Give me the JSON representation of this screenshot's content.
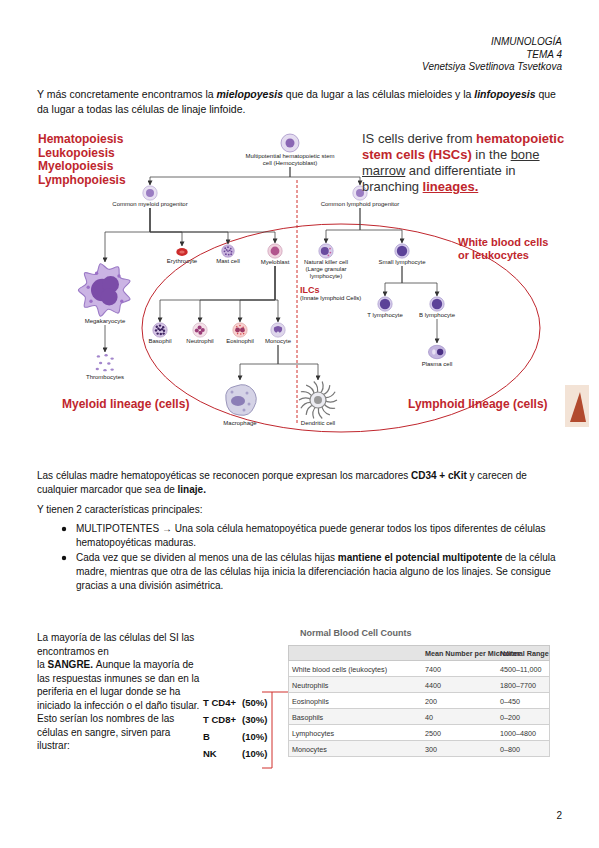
{
  "diagram": {
    "nodes": [
      {
        "text": [
          "Multipotential hematopoietic stem cell (Hemocytoblast)"
        ]
      },
      {
        "text": [
          "Common myeloid progenitor"
        ]
      },
      {
        "text": [
          "Common lymphoid progenitor"
        ]
      },
      {
        "text": [
          "Erythrocyte"
        ]
      },
      {
        "text": [
          "Mast cell"
        ]
      },
      {
        "text": [
          "White blood cells or leukocytes"
        ]
      },
      {
        "text": [
          "Myeloblast"
        ],
        "in": 5
      },
      {
        "text": [
          "Natural killer cell (Large granular lymphocyte)"
        ],
        "in": 5
      },
      {
        "text": [
          "Small lymphocyte"
        ],
        "in": 5
      },
      {
        "text": [
          "T lymphocyte"
        ],
        "in": 5
      },
      {
        "text": [
          "B lymphocyte"
        ],
        "in": 5
      },
      {
        "text": [
          "Megakaryocyte"
        ]
      },
      {
        "text": [
          "Basophil"
        ],
        "in": 5
      },
      {
        "text": [
          "Neutrophil"
        ],
        "in": 5
      },
      {
        "text": [
          "Eosinophil"
        ],
        "in": 5
      },
      {
        "text": [
          "Monocyte"
        ],
        "in": 5
      },
      {
        "text": [
          "Plasma cell"
        ],
        "in": 5
      },
      {
        "text": [
          "Thrombocytes"
        ]
      },
      {
        "text": [
          "Macrophage"
        ],
        "in": 5
      },
      {
        "text": [
          "Dendritic cell"
        ],
        "in": 5
      }
    ],
    "edges": [
      {
        "from": 0,
        "to": 1,
        "arrow": "to"
      },
      {
        "from": 0,
        "to": 2,
        "arrow": "to"
      },
      {
        "from": 1,
        "to": 11,
        "arrow": "to"
      },
      {
        "from": 1,
        "to": 3,
        "arrow": "to"
      },
      {
        "from": 1,
        "to": 4,
        "arrow": "to"
      },
      {
        "from": 1,
        "to": 6,
        "arrow": "to"
      },
      {
        "from": 11,
        "to": 17,
        "arrow": "to"
      },
      {
        "from": 6,
        "to": 12,
        "arrow": "to"
      },
      {
        "from": 6,
        "to": 13,
        "arrow": "to"
      },
      {
        "from": 6,
        "to": 14,
        "arrow": "to"
      },
      {
        "from": 6,
        "to": 15,
        "arrow": "to"
      },
      {
        "from": 15,
        "to": 18,
        "arrow": "to"
      },
      {
        "from": 15,
        "to": 19,
        "arrow": "to"
      },
      {
        "from": 2,
        "to": 7,
        "arrow": "to"
      },
      {
        "from": 2,
        "to": 8,
        "arrow": "to"
      },
      {
        "from": 8,
        "to": 9,
        "arrow": "to"
      },
      {
        "from": 8,
        "to": 10,
        "arrow": "to"
      },
      {
        "from": 10,
        "to": 16,
        "arrow": "to"
      }
    ],
    "labels": [
      "INMUNOLOGÍA",
      "TEMA 4",
      "Venetsiya Svetlinova Tsvetkova",
      "Y más concretamente encontramos la",
      "mielopoyesis",
      "que da lugar a las células mieloides y la",
      "linfopoyesis",
      "que da lugar a todas las células de linaje linfoide.",
      "Hematopoiesis",
      "Leukopoiesis",
      "Myelopoiesis",
      "Lymphopoiesis",
      "IS cells derive from",
      "hematopoietic stem cells (HSCs)",
      "in the",
      "bone marrow",
      "and differentiate in branching",
      "lineages.",
      "ILCs",
      "(Innate lymphoid Cells)",
      "Myeloid lineage (cells)",
      "Lymphoid lineage (cells)",
      "Las células madre hematopoyéticas se reconocen porque expresan los marcadores",
      "CD34 + cKit",
      "y carecen de cualquier marcador que sea de",
      "linaje.",
      "Y tienen 2 características principales:",
      "MULTIPOTENTES → Una sola célula hematopoyética puede generar todos los tipos diferentes de células hematopoyéticas maduras.",
      "Cada vez que se dividen al menos una de las células hijas",
      "mantiene el potencial multipotente",
      "de la célula madre, mientras que otra de las células hija inicia la diferenciación hacia alguno de los linajes. Se consigue gracias a una división asimétrica.",
      "La mayoría de las células del SI las encontramos en la",
      "SANGRE.",
      "Aunque la mayoría de las respuestas inmunes se dan en la periferia en el lugar donde se ha iniciado la infección o el daño tisular. Esto serían los nombres de las células en sangre, sirven para ilustrar:",
      "T CD4+",
      "(50%)",
      "T CD8+",
      "(30%)",
      "B",
      "(10%)",
      "NK",
      "(10%)",
      "Normal Blood Cell Counts",
      "Mean Number per Microliter",
      "Normal Range",
      "White blood cells (leukocytes)",
      "7400",
      "4500–11,000",
      "Neutrophils",
      "4400",
      "1800–7700",
      "Eosinophils",
      "200",
      "0–450",
      "Basophils",
      "40",
      "0–200",
      "Lymphocytes",
      "2500",
      "1000–4800",
      "Monocytes",
      "300",
      "0–800",
      "2"
    ]
  }
}
